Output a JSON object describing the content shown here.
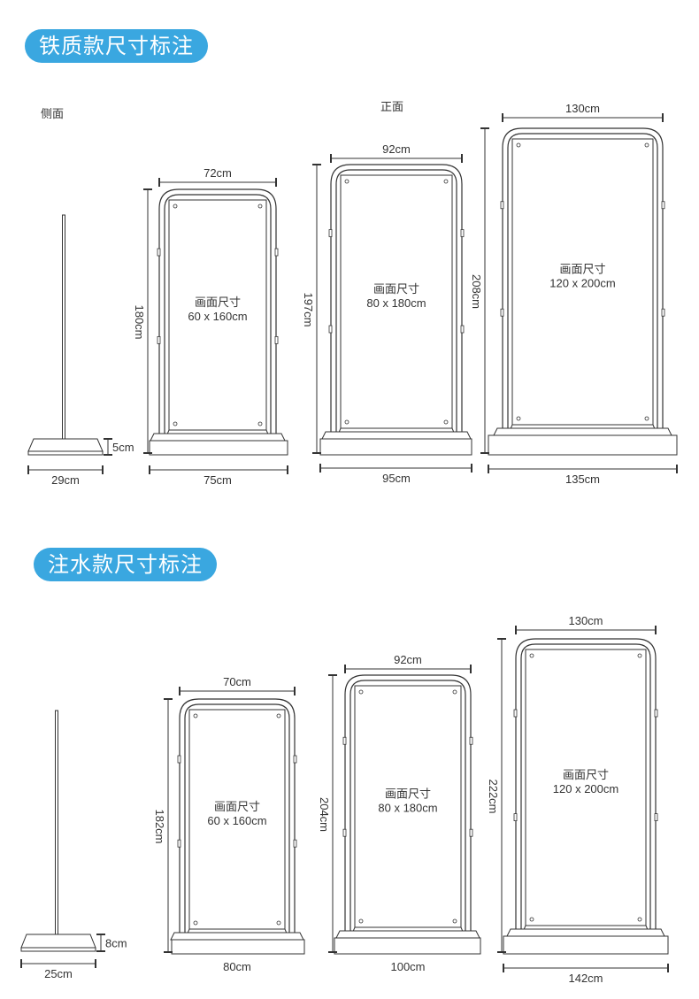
{
  "sections": [
    {
      "title": "铁质款尺寸标注",
      "side_label": "侧面",
      "front_label": "正面",
      "side_view": {
        "base_depth": "29cm",
        "base_height": "5cm"
      },
      "models": [
        {
          "top_width": "72cm",
          "height": "180cm",
          "base_width": "75cm",
          "screen_label": "画面尺寸",
          "screen_size": "60 x 160cm"
        },
        {
          "top_width": "92cm",
          "height": "197cm",
          "base_width": "95cm",
          "screen_label": "画面尺寸",
          "screen_size": "80 x 180cm"
        },
        {
          "top_width": "130cm",
          "height": "208cm",
          "base_width": "135cm",
          "screen_label": "画面尺寸",
          "screen_size": "120 x 200cm"
        }
      ]
    },
    {
      "title": "注水款尺寸标注",
      "side_view": {
        "base_depth": "25cm",
        "base_height": "8cm"
      },
      "models": [
        {
          "top_width": "70cm",
          "height": "182cm",
          "base_width": "80cm",
          "screen_label": "画面尺寸",
          "screen_size": "60 x 160cm"
        },
        {
          "top_width": "92cm",
          "height": "204cm",
          "base_width": "100cm",
          "screen_label": "画面尺寸",
          "screen_size": "80 x 180cm"
        },
        {
          "top_width": "130cm",
          "height": "222cm",
          "base_width": "142cm",
          "screen_label": "画面尺寸",
          "screen_size": "120 x 200cm"
        }
      ]
    }
  ]
}
